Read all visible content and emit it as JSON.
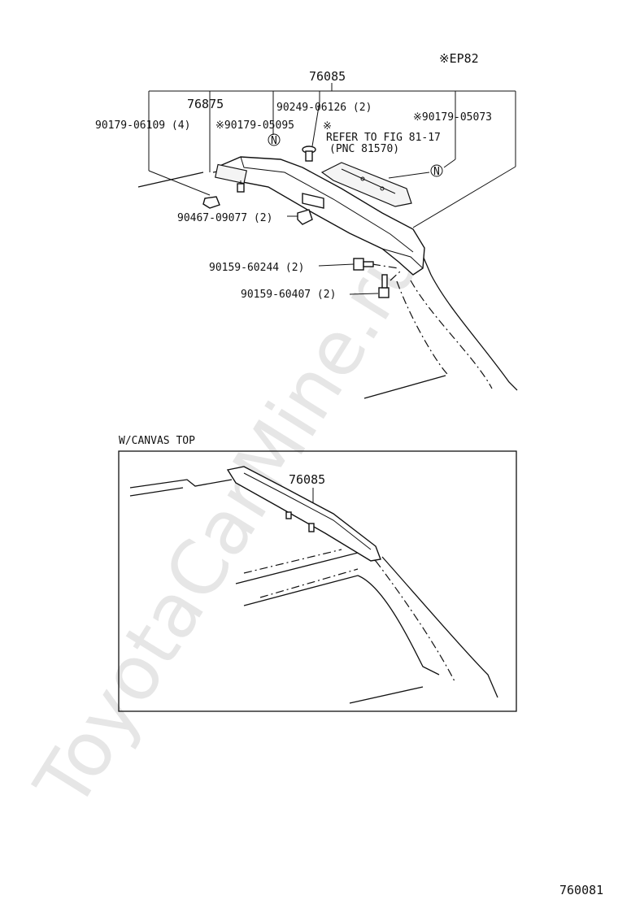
{
  "watermark": "ToyotaCarMine.ru",
  "top_right_note": "※EP82",
  "diagram_code": "760081",
  "inset_title": "W/CANVAS TOP",
  "callouts": {
    "main_part": "76085",
    "stop_lamp": "76875",
    "clip_a": "90179-06109 (4)",
    "nut_ep": "※90179-05095",
    "clip_b": "90249-06126 (2)",
    "refer_mark": "※",
    "refer_line1": "REFER TO FIG 81-17",
    "refer_line2": "(PNC 81570)",
    "nut_right": "※90179-05073",
    "clip_c": "90467-09077 (2)",
    "bolt_a": "90159-60244 (2)",
    "bolt_b": "90159-60407 (2)",
    "inset_part": "76085"
  },
  "markers": {
    "n_left": "N",
    "n_right": "N"
  }
}
